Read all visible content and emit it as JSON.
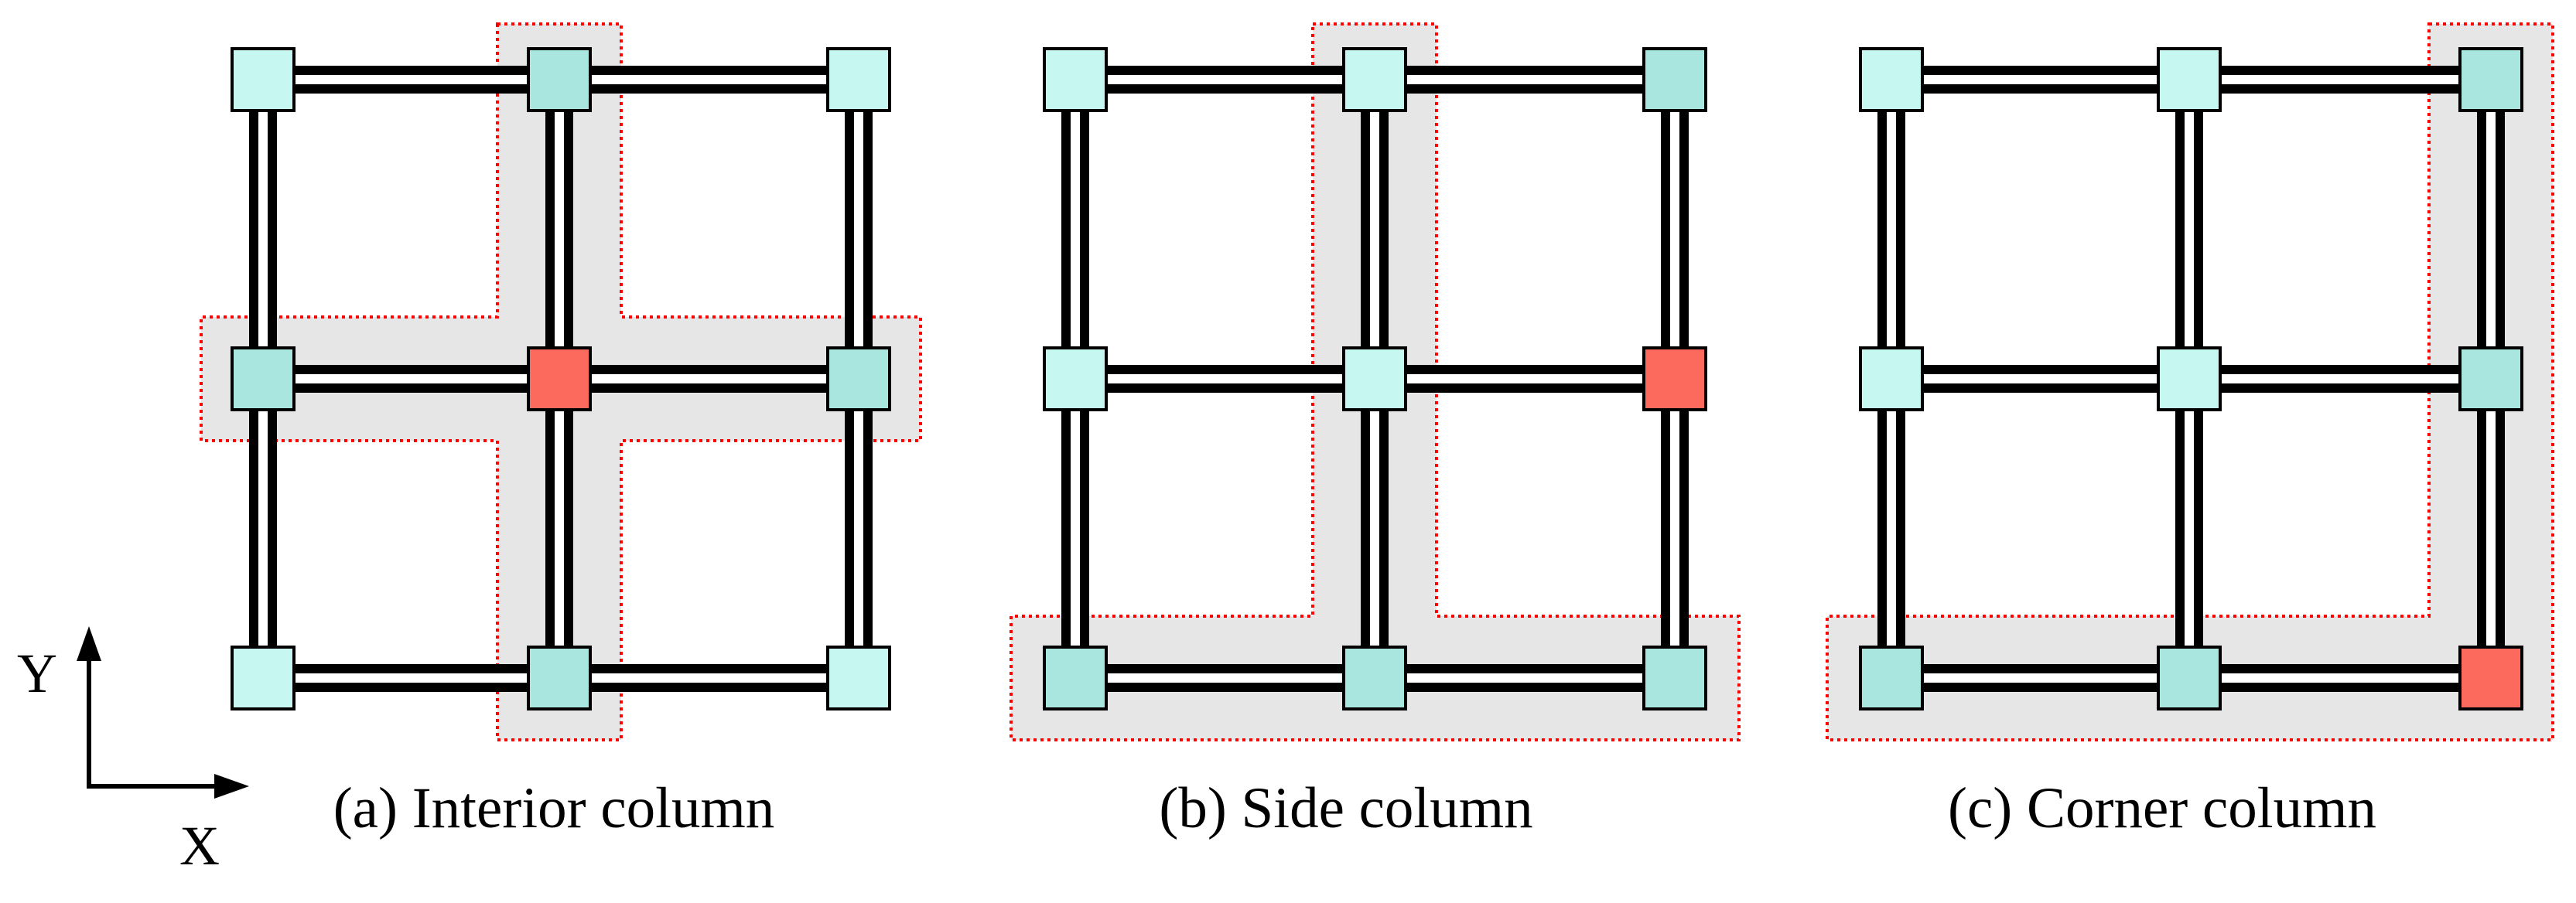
{
  "axes": {
    "y_label": "Y",
    "x_label": "X"
  },
  "panels": [
    {
      "key": "a",
      "caption": "(a) Interior column",
      "removed_column": [
        1,
        1
      ]
    },
    {
      "key": "b",
      "caption": "(b) Side column",
      "removed_column": [
        1,
        2
      ]
    },
    {
      "key": "c",
      "caption": "(c) Corner column",
      "removed_column": [
        2,
        2
      ]
    }
  ],
  "colors": {
    "column": "#c6f8f1",
    "affected_column": "#a9e6df",
    "removed_column": "#fb6a5d",
    "affected_zone": "#e6e6e6",
    "zone_border": "#ff0000",
    "outline": "#000000",
    "beam": "#ffffff"
  }
}
